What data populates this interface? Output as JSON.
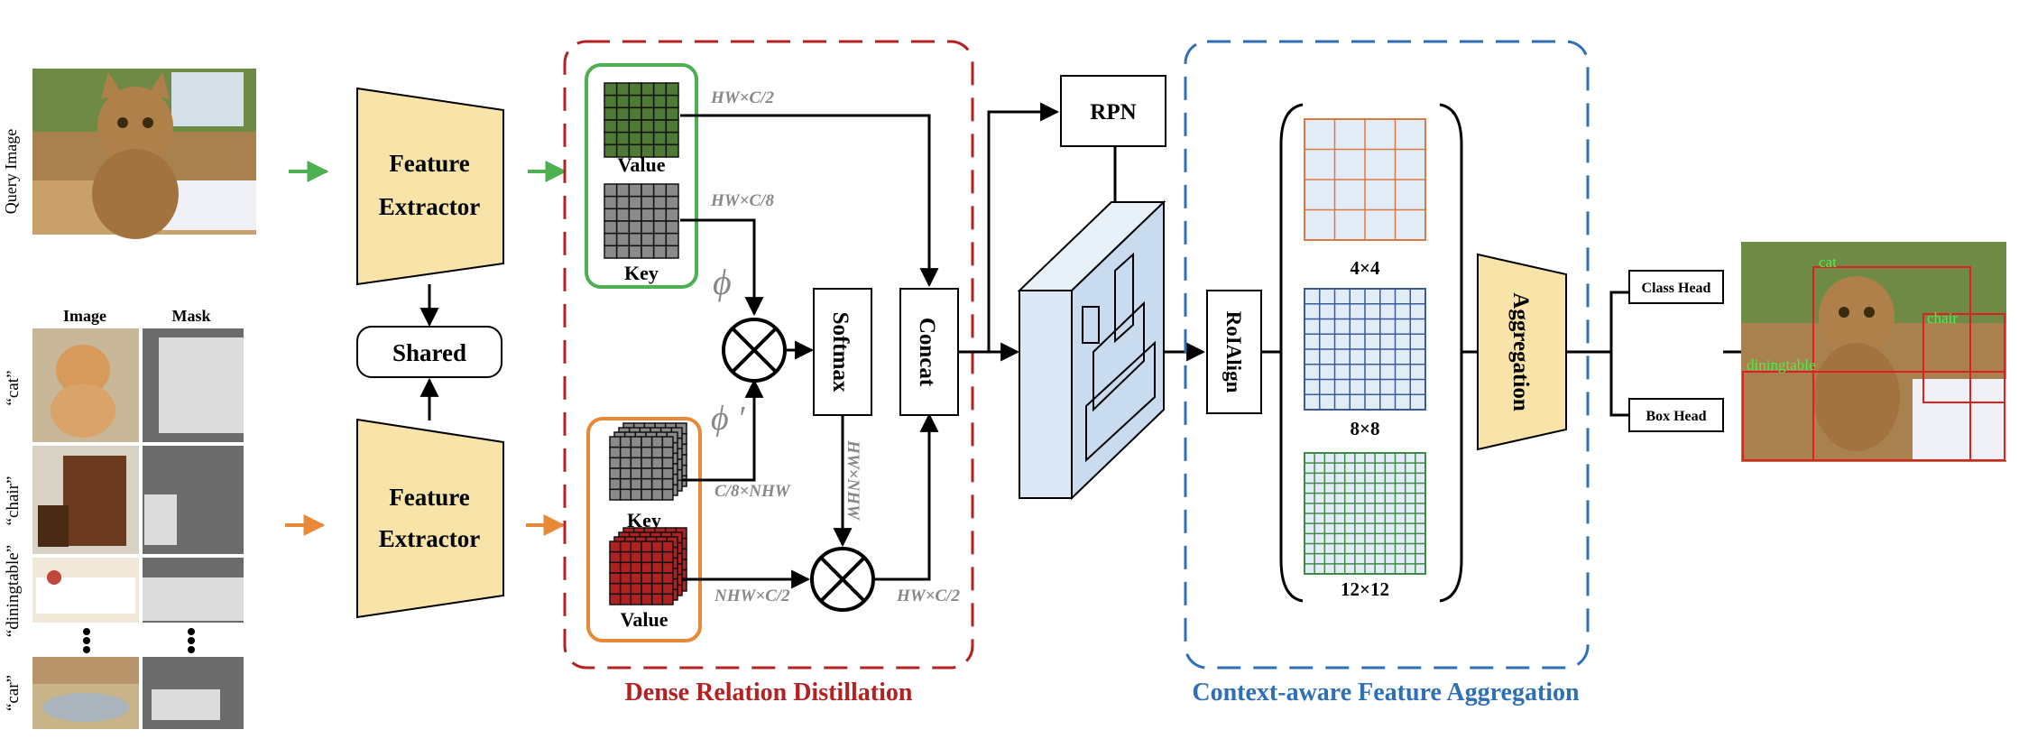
{
  "query": {
    "label": "Query Image"
  },
  "support": {
    "image_header": "Image",
    "mask_header": "Mask",
    "classes": [
      "“cat”",
      "“chair”",
      "“diningtable”",
      "“car”"
    ]
  },
  "extractor": {
    "top_line1": "Feature",
    "top_line2": "Extractor",
    "bottom_line1": "Feature",
    "bottom_line2": "Extractor",
    "shared": "Shared"
  },
  "drd": {
    "title": "Dense Relation Distillation",
    "query_value": "Value",
    "query_key": "Key",
    "support_key": "Key",
    "support_value": "Value",
    "dim_value_q": "HW×C/2",
    "dim_key_q": "HW×C/8",
    "dim_key_s": "C/8×NHW",
    "dim_value_s": "NHW×C/2",
    "dim_out": "HW×C/2",
    "dim_softmax": "HW×NHW",
    "phi": "ϕ",
    "phi_prime": "ϕ ′",
    "softmax": "Softmax",
    "concat": "Concat"
  },
  "rpn": {
    "label": "RPN"
  },
  "cfa": {
    "title": "Context-aware Feature Aggregation",
    "roialign": "RoIAlign",
    "grids": [
      "4×4",
      "8×8",
      "12×12"
    ],
    "aggregation": "Aggregation"
  },
  "heads": {
    "class_head": "Class Head",
    "box_head": "Box Head"
  },
  "detections": [
    "cat",
    "chair",
    "diningtable"
  ],
  "colors": {
    "green": "#4caf50",
    "orange": "#e8893a",
    "red_dash": "#b22222",
    "blue_dash": "#2f6fb5",
    "feature_fill": "#f8e4a8",
    "green_cell": "#4f7a33",
    "gray_cell": "#8a8a8a",
    "red_cell": "#b02222",
    "grid4": "#d97a45",
    "grid8": "#3a5a9a",
    "grid12": "#3f8a45",
    "grid_fill": "#e2ecf7",
    "cube": "#c9dbee"
  }
}
